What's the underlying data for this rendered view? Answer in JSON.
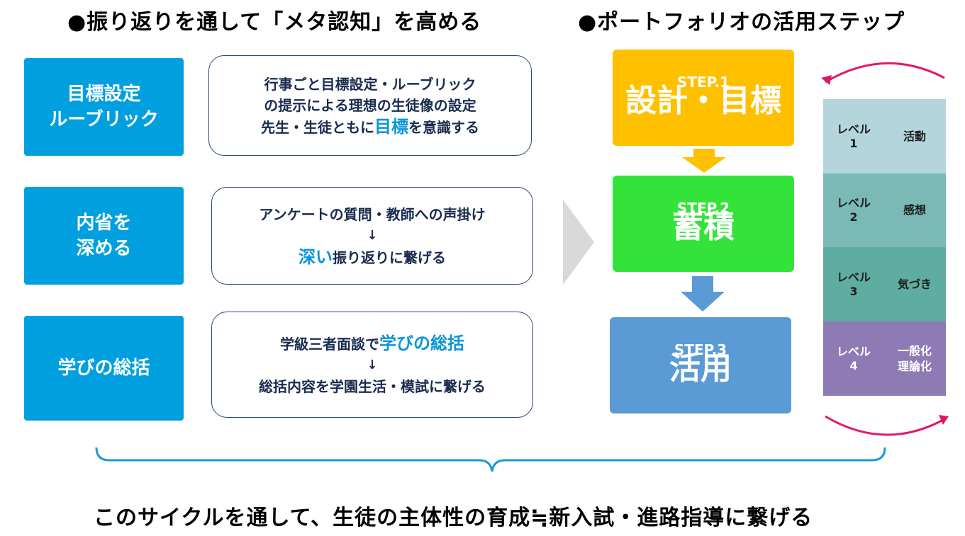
{
  "left_heading": "●振り返りを通して「メタ認知」を高める",
  "right_heading": "●ポートフォリオの活用ステップ",
  "rows": [
    {
      "label_lines": [
        "目標設定",
        "ルーブリック"
      ],
      "desc_lines": [
        [
          {
            "t": "行事ごと目標設定・ルーブリック"
          }
        ],
        [
          {
            "t": "の提示による理想の生徒像の設定"
          }
        ],
        [
          {
            "t": " "
          }
        ],
        [
          {
            "t": "先生・生徒ともに"
          },
          {
            "t": "目標",
            "hl": true
          },
          {
            "t": "を意識する"
          }
        ]
      ]
    },
    {
      "label_lines": [
        "内省を",
        "深める"
      ],
      "desc_lines": [
        [
          {
            "t": "アンケートの質問・教師への声掛け"
          }
        ],
        [
          {
            "t": "↓",
            "arrow": true
          }
        ],
        [
          {
            "t": "深い",
            "hl": true
          },
          {
            "t": "振り返りに繋げる"
          }
        ]
      ]
    },
    {
      "label_lines": [
        "学びの総括"
      ],
      "desc_lines": [
        [
          {
            "t": "学級三者面談で"
          },
          {
            "t": "学びの総括",
            "hl": true
          }
        ],
        [
          {
            "t": "↓",
            "arrow": true
          }
        ],
        [
          {
            "t": "総括内容を学園生活・模試に繋げる"
          }
        ]
      ]
    }
  ],
  "steps": [
    {
      "step": "STEP.1",
      "title": "設計・目標",
      "color": "#ffc000"
    },
    {
      "step": "STEP.2",
      "title": "蓄積",
      "color": "#33e33a"
    },
    {
      "step": "STEP.3",
      "title": "活用",
      "color": "#5b9bd5"
    }
  ],
  "levels": [
    {
      "level_word": "レベル",
      "level_num": "1",
      "desc": [
        "活動"
      ],
      "color": "#b4d5dc"
    },
    {
      "level_word": "レベル",
      "level_num": "2",
      "desc": [
        "感想"
      ],
      "color": "#7ab9b6"
    },
    {
      "level_word": "レベル",
      "level_num": "3",
      "desc": [
        "気づき"
      ],
      "color": "#5fada0"
    },
    {
      "level_word": "レベル",
      "level_num": "4",
      "desc": [
        "一般化",
        "理論化"
      ],
      "color": "#8e7ab5"
    }
  ],
  "bottom_text": "このサイクルを通して、生徒の主体性の育成≒新入試・進路指導に繋げる",
  "colors": {
    "label_box": "#00a0e0",
    "desc_border": "#2b4675",
    "highlight": "#0a95d6",
    "brace": "#1b9ad6",
    "cycle_arrow": "#e0186c",
    "chevron": "#d9d9d9",
    "step_arrow_1": "#ffc000",
    "step_arrow_2": "#5b9bd5"
  }
}
